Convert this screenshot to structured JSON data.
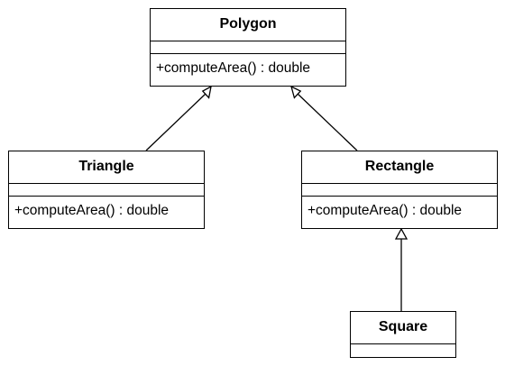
{
  "diagram": {
    "classes": [
      {
        "id": "polygon",
        "name": "Polygon",
        "attributes": [],
        "operations": [
          "+computeArea() : double"
        ]
      },
      {
        "id": "triangle",
        "name": "Triangle",
        "attributes": [],
        "operations": [
          "+computeArea() : double"
        ]
      },
      {
        "id": "rectangle",
        "name": "Rectangle",
        "attributes": [],
        "operations": [
          "+computeArea() : double"
        ]
      },
      {
        "id": "square",
        "name": "Square",
        "attributes": [],
        "operations": []
      }
    ],
    "relationships": [
      {
        "type": "generalization",
        "from": "Triangle",
        "to": "Polygon"
      },
      {
        "type": "generalization",
        "from": "Rectangle",
        "to": "Polygon"
      },
      {
        "type": "generalization",
        "from": "Square",
        "to": "Rectangle"
      }
    ],
    "colors": {
      "line": "#000000",
      "background": "#ffffff",
      "arrowhead_fill": "#ffffff"
    }
  }
}
